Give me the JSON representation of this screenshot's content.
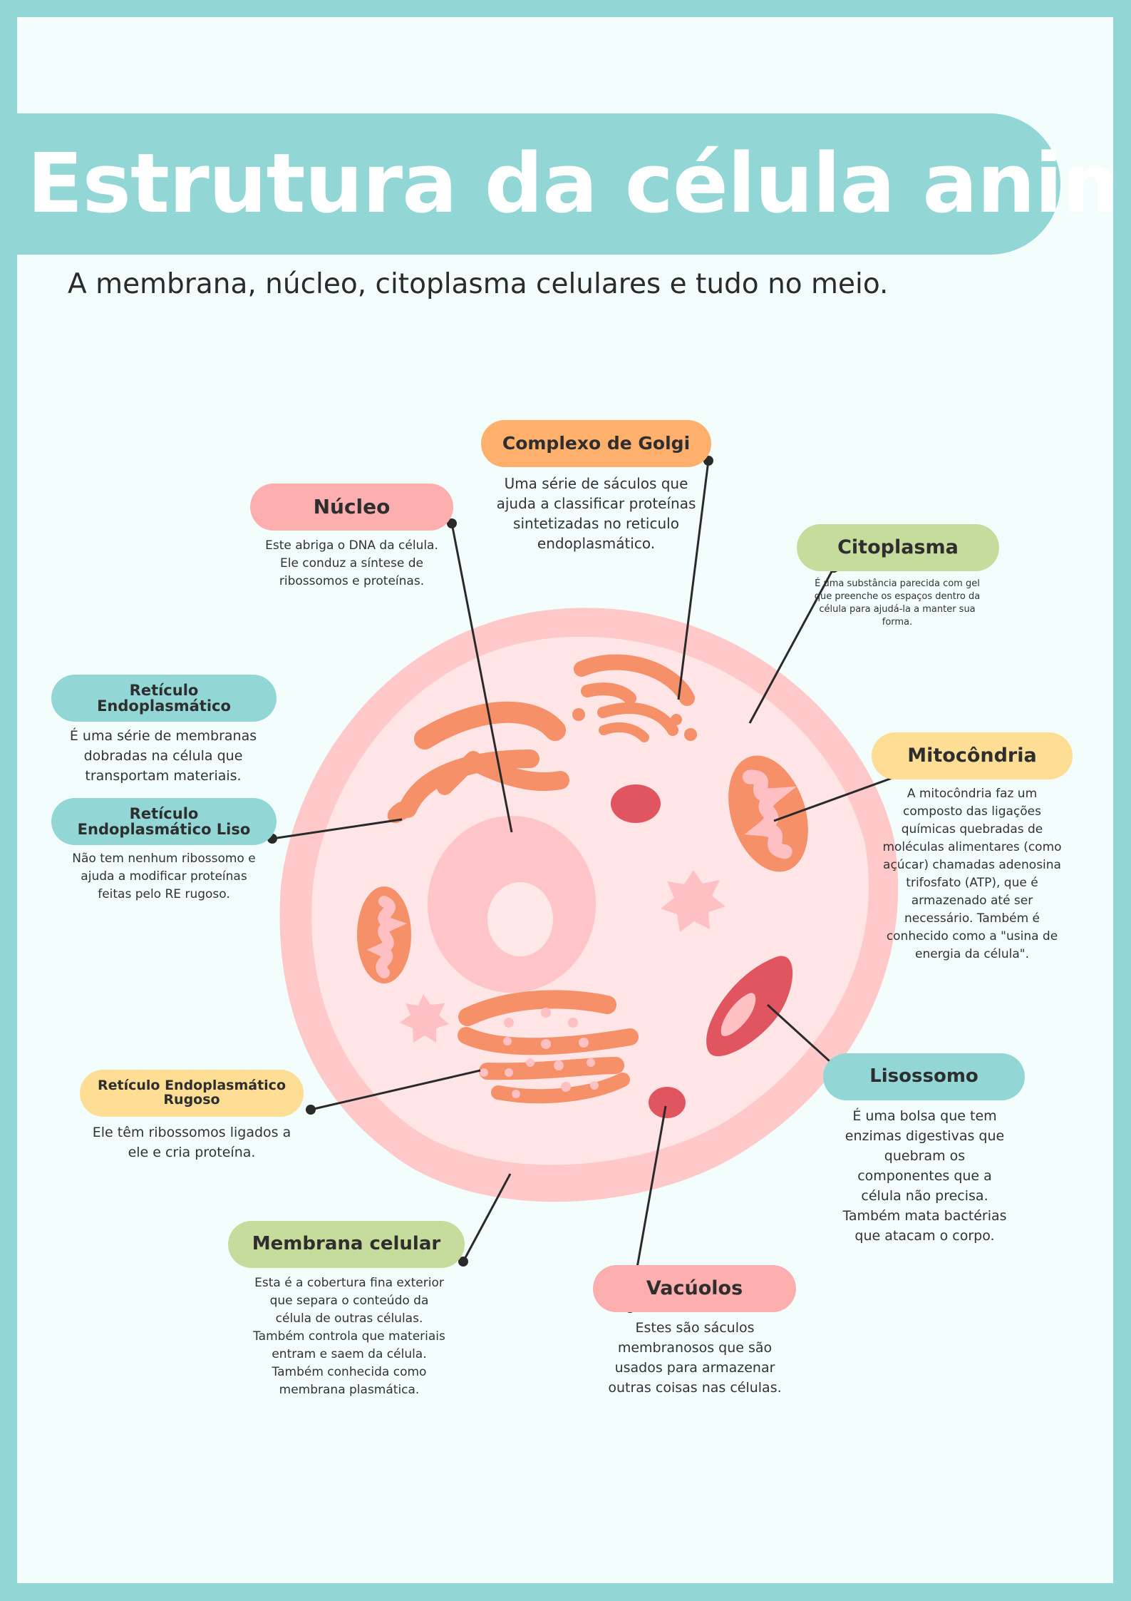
{
  "header": {
    "title": "Estrutura da célula animal",
    "subtitle": "A membrana, núcleo, citoplasma celulares e tudo no meio."
  },
  "labels": {
    "golgi": {
      "name": "Complexo de Golgi",
      "text": "Uma série de sáculos que ajuda a classificar proteínas sintetizadas no reticulo endoplasmático."
    },
    "nucleo": {
      "name": "Núcleo",
      "text": "Este abriga o DNA da célula. Ele conduz a síntese de ribossomos e proteínas."
    },
    "citoplasma": {
      "name": "Citoplasma",
      "text": "É uma substância parecida com gel que preenche os espaços dentro da célula para ajudá-la a manter sua forma."
    },
    "reticulo": {
      "name": "Retículo Endoplasmático",
      "text": "É uma série de membranas dobradas na célula que transportam materiais."
    },
    "reticulo_liso": {
      "name": "Retículo Endoplasmático Liso",
      "text": "Não tem nenhum ribossomo e ajuda a modificar proteínas feitas pelo RE rugoso."
    },
    "mitocondria": {
      "name": "Mitocôndria",
      "text": "A mitocôndria faz um composto das ligações químicas quebradas de moléculas alimentares (como açúcar) chamadas adenosina trifosfato (ATP), que é armazenado até ser necessário. Também é conhecido como a \"usina de energia da célula\"."
    },
    "lisossomo": {
      "name": "Lisossomo",
      "text": "É uma bolsa que tem enzimas digestivas que quebram os componentes que a célula não precisa. Também mata bactérias que atacam o corpo."
    },
    "reticulo_rugoso": {
      "name": "Retículo Endoplasmático Rugoso",
      "text": "Ele têm ribossomos ligados a ele e cria proteína."
    },
    "membrana": {
      "name": "Membrana celular",
      "text": "Esta é a cobertura fina exterior que separa o conteúdo da célula de outras células. Também controla que materiais entram e saem da célula. Também conhecida como membrana plasmática."
    },
    "vacuolos": {
      "name": "Vacúolos",
      "text": "Estes são sáculos membranosos que são usados para armazenar outras coisas nas células."
    }
  },
  "colors": {
    "background_border": "#93d6d6",
    "page": "#f2fdfc",
    "membrane": "#ffc9c9",
    "cytoplasm": "#ffe5e6",
    "organelle_orange": "#f59068",
    "lysosome": "#e0555f",
    "leader_line": "#2a2a2a"
  }
}
